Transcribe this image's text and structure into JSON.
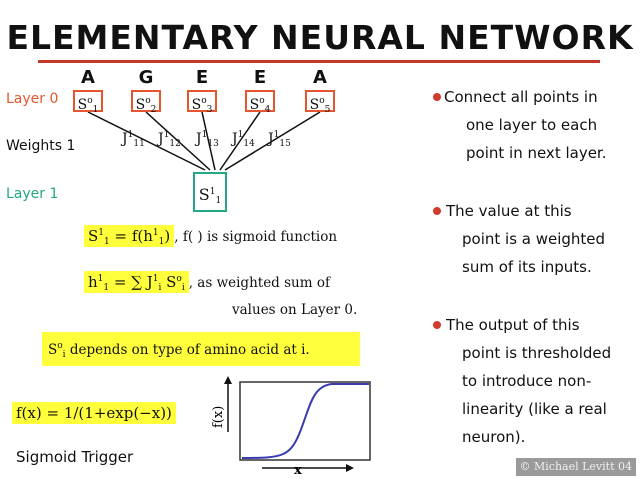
{
  "title": "ELEMENTARY NEURAL NETWORK",
  "amino_acids": [
    "A",
    "G",
    "E",
    "E",
    "A"
  ],
  "layer0_label": "Layer 0",
  "weights_label": "Weights 1",
  "layer1_label": "Layer 1",
  "nodes0": [
    "S",
    "S",
    "S",
    "S",
    "S"
  ],
  "nodes0_sup": "o",
  "nodes0_sub": [
    "1",
    "2",
    "3",
    "4",
    "5"
  ],
  "weights": [
    {
      "base": "J",
      "sup": "1",
      "sub": "11"
    },
    {
      "base": "J",
      "sup": "1",
      "sub": "12"
    },
    {
      "base": "J",
      "sup": "1",
      "sub": "13"
    },
    {
      "base": "J",
      "sup": "1",
      "sub": "14"
    },
    {
      "base": "J",
      "sup": "1",
      "sub": "15"
    }
  ],
  "node1": {
    "base": "S",
    "sup": "1",
    "sub": "1"
  },
  "eq1": {
    "lhs": "S",
    "lhs_sup": "1",
    "lhs_sub": "1",
    "mid": " = f(h",
    "mid_sup": "1",
    "mid_sub": "1",
    "rhs": ")",
    "tail": ", f( ) is sigmoid function"
  },
  "eq2": {
    "lhs": "h",
    "lhs_sup": "1",
    "lhs_sub": "1",
    "mid": " = ∑ J",
    "mid_sup": "1",
    "mid_sub": "i",
    "mid2": " S",
    "mid2_sup": "o",
    "mid2_sub": "i",
    "tail1": ", as weighted sum of",
    "tail2": "values on Layer 0."
  },
  "eq3": {
    "base": "S",
    "sup": "o",
    "sub": "i",
    "text": " depends on type of amino acid at i."
  },
  "eq4": "f(x) = 1/(1+exp(−x))",
  "sigmoid_label": "Sigmoid Trigger",
  "plot_ylabel": "f(x)",
  "plot_xlabel": "x",
  "bullets": [
    [
      "Connect all points in",
      "one layer to each",
      "point in next layer."
    ],
    [
      "The value at this",
      "point is a weighted",
      "sum of its inputs."
    ],
    [
      "The output of this",
      "point is thresholded",
      "to introduce non-",
      "linearity (like a real",
      "neuron)."
    ]
  ],
  "copyright": "© Michael Levitt 04",
  "colors": {
    "layer0": "#e4572e",
    "layer1": "#22a884",
    "highlight": "#ffff3b",
    "curve": "#3b3bb0",
    "bullet": "#d13a2f"
  }
}
